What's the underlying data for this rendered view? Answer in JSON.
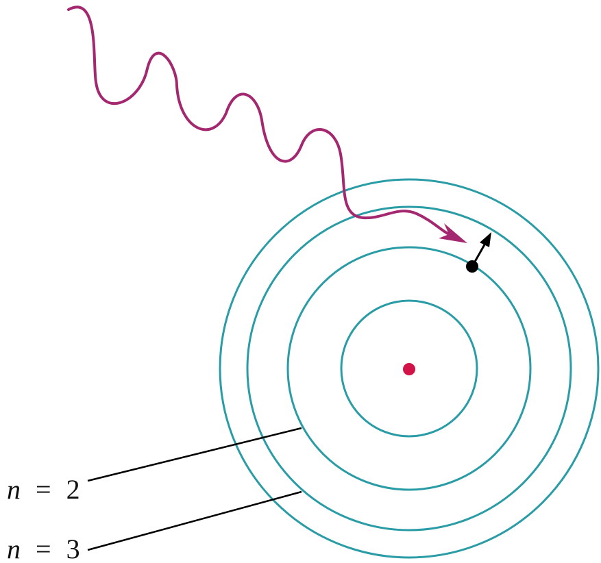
{
  "labels": {
    "n2": {
      "variable": "n",
      "operator": "=",
      "value": "2"
    },
    "n3": {
      "variable": "n",
      "operator": "=",
      "value": "3"
    }
  },
  "colors": {
    "orbit": "#2a9ca6",
    "photon": "#a4286f",
    "nucleus": "#d21347",
    "electron": "#000000",
    "leader_line": "#000000"
  },
  "icons": {
    "photon": "wavy-arrow-icon",
    "electron_motion": "arrow-icon"
  }
}
